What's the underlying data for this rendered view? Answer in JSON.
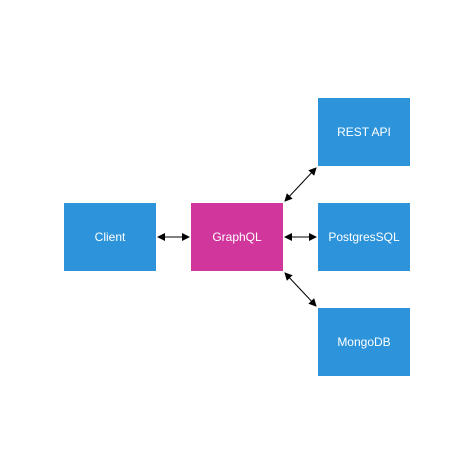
{
  "colors": {
    "service": "#2d94db",
    "gateway": "#d0369c",
    "connector": "#000000",
    "background": "#ffffff"
  },
  "nodes": {
    "client": {
      "label": "Client"
    },
    "graphql": {
      "label": "GraphQL"
    },
    "rest": {
      "label": "REST API"
    },
    "postgres": {
      "label": "PostgresSQL"
    },
    "mongo": {
      "label": "MongoDB"
    }
  },
  "edges": [
    {
      "from": "client",
      "to": "graphql",
      "direction": "both"
    },
    {
      "from": "graphql",
      "to": "rest",
      "direction": "both"
    },
    {
      "from": "graphql",
      "to": "postgres",
      "direction": "both"
    },
    {
      "from": "graphql",
      "to": "mongo",
      "direction": "both"
    }
  ]
}
